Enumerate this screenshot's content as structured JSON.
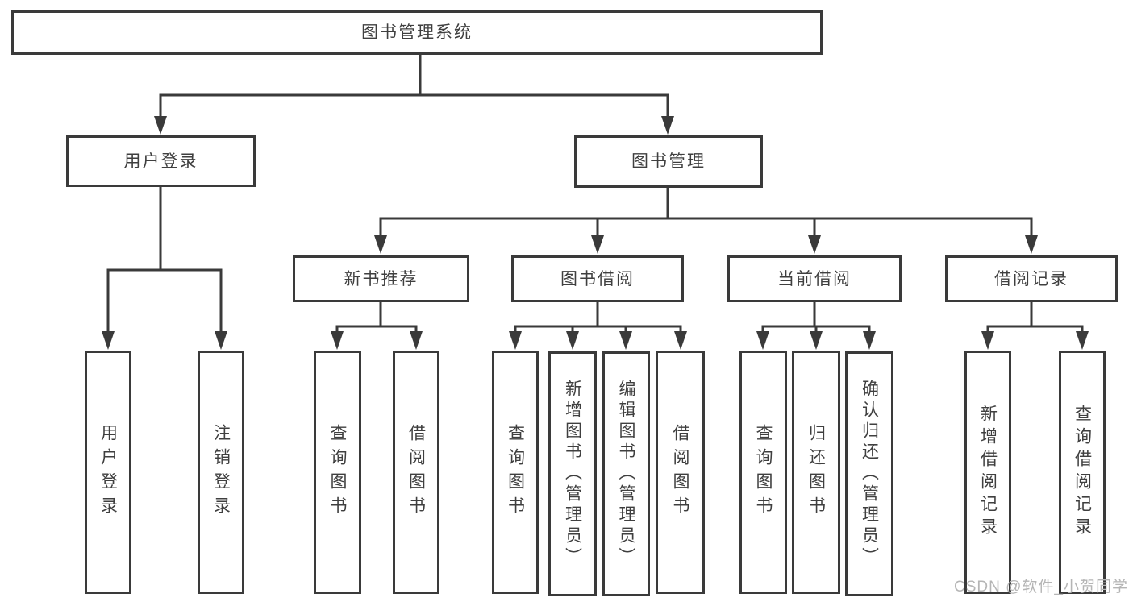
{
  "diagram": {
    "title": "图书管理系统",
    "type": "functional-structure-tree",
    "colors": {
      "line": "#3a3a3a",
      "text": "#3f3f3f",
      "watermark_text": "#b5b5b5",
      "background": "#ffffff"
    }
  },
  "nodes": {
    "root": {
      "label": "图书管理系统"
    },
    "user_login": {
      "label": "用户登录"
    },
    "book_management": {
      "label": "图书管理"
    },
    "new_book_recommend": {
      "label": "新书推荐"
    },
    "book_borrowing": {
      "label": "图书借阅"
    },
    "current_borrowing": {
      "label": "当前借阅"
    },
    "borrowing_records": {
      "label": "借阅记录"
    },
    "login_user": {
      "label": "用户登录"
    },
    "logout_login": {
      "label": "注销登录"
    },
    "rec_query_books": {
      "label": "查询图书"
    },
    "rec_borrow_books": {
      "label": "借阅图书"
    },
    "bb_query_books": {
      "label": "查询图书"
    },
    "bb_add_books": {
      "label": "新增图书（管理员）"
    },
    "bb_edit_books": {
      "label": "编辑图书（管理员）"
    },
    "bb_borrow_books": {
      "label": "借阅图书"
    },
    "cb_query_books": {
      "label": "查询图书"
    },
    "cb_return_books": {
      "label": "归还图书"
    },
    "cb_confirm_return": {
      "label": "确认归还（管理员）"
    },
    "br_add_record": {
      "label": "新增借阅记录"
    },
    "br_query_record": {
      "label": "查询借阅记录"
    }
  },
  "hierarchy": {
    "root": [
      "user_login",
      "book_management"
    ],
    "user_login": [
      "login_user",
      "logout_login"
    ],
    "book_management": [
      "new_book_recommend",
      "book_borrowing",
      "current_borrowing",
      "borrowing_records"
    ],
    "new_book_recommend": [
      "rec_query_books",
      "rec_borrow_books"
    ],
    "book_borrowing": [
      "bb_query_books",
      "bb_add_books",
      "bb_edit_books",
      "bb_borrow_books"
    ],
    "current_borrowing": [
      "cb_query_books",
      "cb_return_books",
      "cb_confirm_return"
    ],
    "borrowing_records": [
      "br_add_record",
      "br_query_record"
    ]
  },
  "watermark": {
    "text": "CSDN @软件_小贺同学"
  }
}
